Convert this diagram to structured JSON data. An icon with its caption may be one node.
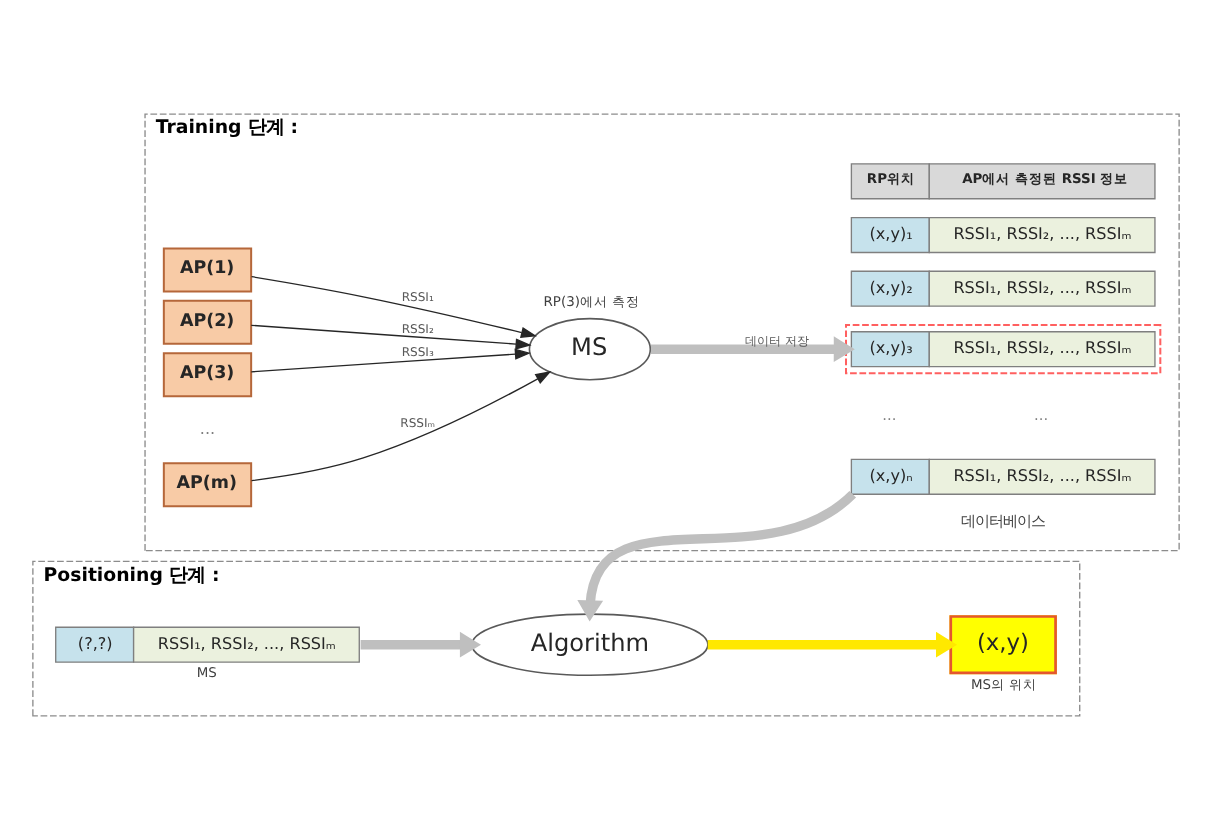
{
  "diagram": {
    "nodes": [
      {
        "text": [
          "Training 단계 :"
        ]
      },
      {
        "text": [
          "AP(1)"
        ],
        "in": 0
      },
      {
        "text": [
          "AP(2)"
        ],
        "in": 0
      },
      {
        "text": [
          "AP(3)"
        ],
        "in": 0
      },
      {
        "text": [
          "AP(m)"
        ],
        "in": 0
      },
      {
        "text": [
          "MS"
        ],
        "in": 0,
        "beside": [
          "RP(3)에서 측정"
        ]
      },
      {
        "text": [
          "RP위치",
          "AP에서 측정된 RSSI 정보"
        ],
        "in": 0
      },
      {
        "text": [
          "(x,y)₁",
          "RSSI₁, RSSI₂, ..., RSSIₘ"
        ],
        "in": 0
      },
      {
        "text": [
          "(x,y)₂",
          "RSSI₁, RSSI₂, ..., RSSIₘ"
        ],
        "in": 0
      },
      {
        "text": [
          "(x,y)₃",
          "RSSI₁, RSSI₂, ..., RSSIₘ"
        ],
        "in": 0
      },
      {
        "text": [
          "(x,y)ₙ",
          "RSSI₁, RSSI₂, ..., RSSIₘ"
        ],
        "in": 0
      },
      {
        "text": [
          "Positioning 단계 :"
        ]
      },
      {
        "text": [
          "(?,?)",
          "RSSI₁, RSSI₂, ..., RSSIₘ"
        ],
        "in": 11,
        "beside": [
          "MS"
        ]
      },
      {
        "text": [
          "Algorithm"
        ],
        "in": 11
      },
      {
        "text": [
          "(x,y)"
        ],
        "in": 11,
        "beside": [
          "MS의 위치"
        ]
      }
    ],
    "edges": [
      {
        "from": 1,
        "to": 5,
        "arrow": "to",
        "label": "RSSI₁"
      },
      {
        "from": 2,
        "to": 5,
        "arrow": "to",
        "label": "RSSI₂"
      },
      {
        "from": 3,
        "to": 5,
        "arrow": "to",
        "label": "RSSI₃"
      },
      {
        "from": 4,
        "to": 5,
        "arrow": "to",
        "label": "RSSIₘ"
      },
      {
        "from": 5,
        "to": 9,
        "arrow": "to",
        "label": "데이터 저장",
        "style": "thick",
        "color": "#bfbfbf"
      },
      {
        "from": 10,
        "to": 13,
        "arrow": "to",
        "style": "thick",
        "color": "#bfbfbf"
      },
      {
        "from": 12,
        "to": 13,
        "arrow": "to",
        "style": "thick",
        "color": "#bfbfbf"
      },
      {
        "from": 13,
        "to": 14,
        "arrow": "to",
        "style": "thick",
        "color": "#ffe800"
      }
    ],
    "labels": [
      "...",
      "...",
      "...",
      "데이터베이스"
    ]
  }
}
